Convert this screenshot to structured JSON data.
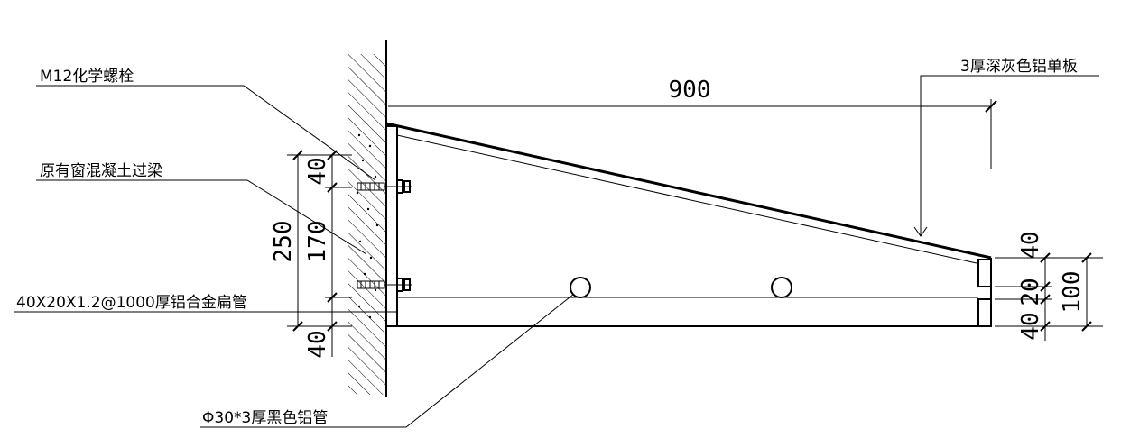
{
  "labels": {
    "bolt": "M12化学螺栓",
    "lintel": "原有窗混凝土过梁",
    "flat_tube": "40X20X1.2@1000厚铝合金扁管",
    "round_tube": "Φ30*3厚黑色铝管",
    "panel": "3厚深灰色铝单板"
  },
  "dimensions": {
    "overall_length": "900",
    "left_top": "40",
    "left_middle": "170",
    "left_total": "250",
    "left_bottom": "40",
    "right_top": "40",
    "right_middle": "20",
    "right_total": "100",
    "right_bottom": "40"
  }
}
